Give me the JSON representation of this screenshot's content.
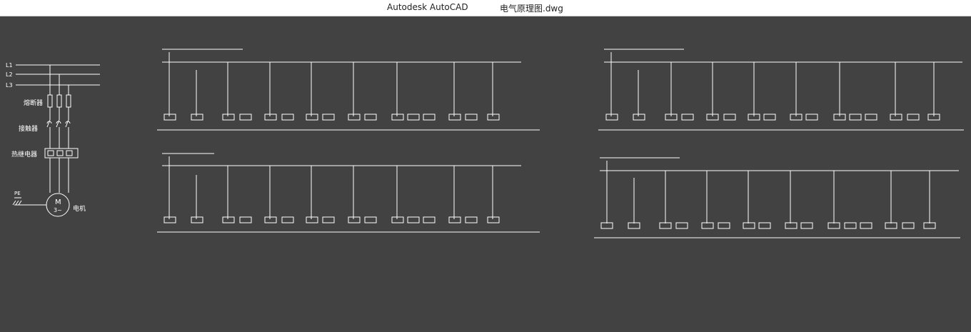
{
  "window": {
    "app_title": "Autodesk AutoCAD",
    "document_title": "电气原理图.dwg"
  },
  "drawing": {
    "background": "#424242",
    "line_color": "#ffffff",
    "main_circuit": {
      "phases": [
        "L1",
        "L2",
        "L3"
      ],
      "fuse_label": "熔断器",
      "contactor_label": "接触器",
      "thermal_relay_label": "热继电器",
      "pe_label": "PE",
      "motor_symbol": "M",
      "motor_phase": "3~",
      "motor_label": "电机"
    }
  }
}
